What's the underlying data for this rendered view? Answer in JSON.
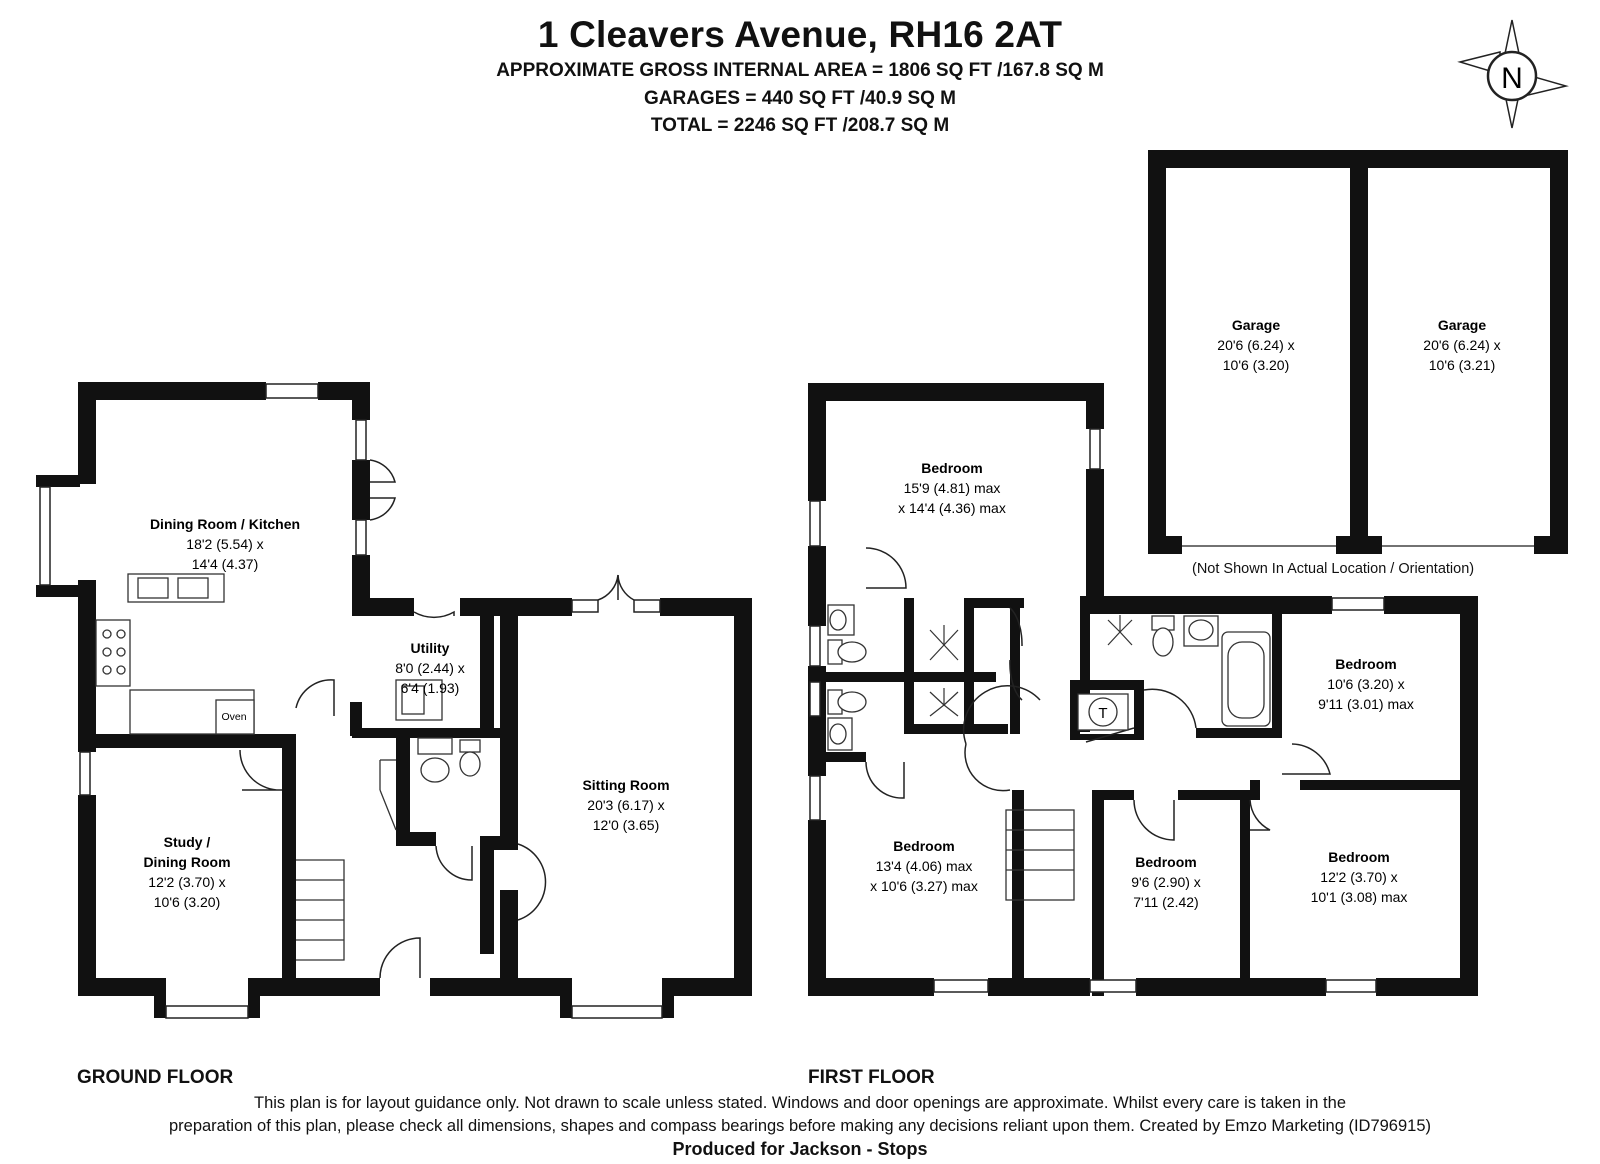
{
  "header": {
    "title": "1 Cleavers Avenue, RH16 2AT",
    "area": "APPROXIMATE GROSS INTERNAL AREA = 1806 SQ FT /167.8 SQ M",
    "garages": "GARAGES = 440 SQ FT /40.9 SQ M",
    "total": "TOTAL = 2246 SQ FT /208.7 SQ M"
  },
  "compass": {
    "letter": "N"
  },
  "ground_floor": {
    "label": "GROUND FLOOR",
    "rooms": {
      "dining_kitchen": {
        "name": "Dining Room / Kitchen",
        "dim1": "18'2 (5.54) x",
        "dim2": "14'4 (4.37)"
      },
      "utility": {
        "name": "Utility",
        "dim1": "8'0 (2.44) x",
        "dim2": "6'4 (1.93)"
      },
      "sitting": {
        "name": "Sitting Room",
        "dim1": "20'3 (6.17) x",
        "dim2": "12'0 (3.65)"
      },
      "study": {
        "name1": "Study /",
        "name2": "Dining Room",
        "dim1": "12'2 (3.70) x",
        "dim2": "10'6 (3.20)"
      }
    },
    "oven_label": "Oven"
  },
  "first_floor": {
    "label": "FIRST FLOOR",
    "rooms": {
      "bedroom1": {
        "name": "Bedroom",
        "dim1": "15'9 (4.81) max",
        "dim2": "x 14'4 (4.36) max"
      },
      "bedroom2": {
        "name": "Bedroom",
        "dim1": "10'6 (3.20) x",
        "dim2": "9'11 (3.01) max"
      },
      "bedroom3": {
        "name": "Bedroom",
        "dim1": "13'4 (4.06) max",
        "dim2": "x 10'6 (3.27) max"
      },
      "bedroom4": {
        "name": "Bedroom",
        "dim1": "9'6 (2.90) x",
        "dim2": "7'11 (2.42)"
      },
      "bedroom5": {
        "name": "Bedroom",
        "dim1": "12'2 (3.70) x",
        "dim2": "10'1 (3.08) max"
      }
    },
    "tank_label": "T"
  },
  "garages": {
    "garage1": {
      "name": "Garage",
      "dim1": "20'6 (6.24) x",
      "dim2": "10'6 (3.20)"
    },
    "garage2": {
      "name": "Garage",
      "dim1": "20'6 (6.24) x",
      "dim2": "10'6 (3.21)"
    },
    "note": "(Not Shown In Actual Location / Orientation)"
  },
  "footer": {
    "disclaimer1": "This plan is for layout guidance only. Not drawn to scale unless stated. Windows and door openings are approximate. Whilst every care is taken in the",
    "disclaimer2": "preparation of this plan, please check all dimensions, shapes and compass bearings before making any decisions reliant upon them. Created by Emzo Marketing (ID796915)",
    "produced": "Produced for Jackson - Stops"
  }
}
